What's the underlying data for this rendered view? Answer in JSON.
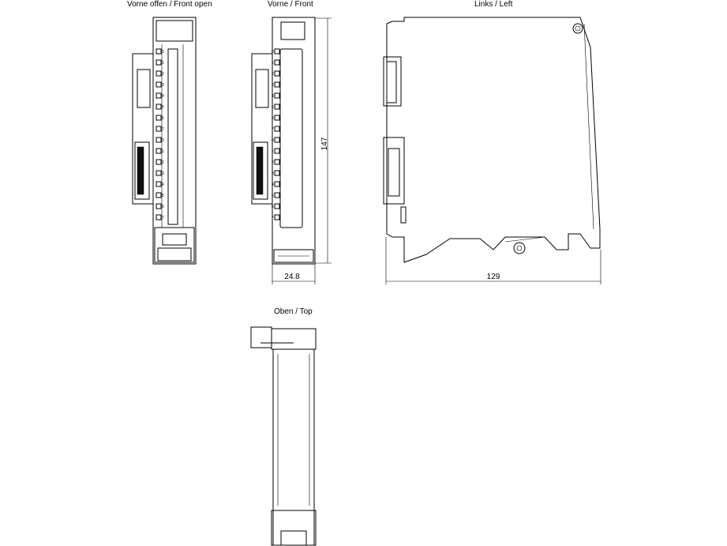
{
  "views": {
    "front_open": {
      "title": "Vorne offen / Front open"
    },
    "front": {
      "title": "Vorne / Front"
    },
    "left": {
      "title": "Links / Left"
    },
    "top": {
      "title": "Oben / Top"
    }
  },
  "dimensions": {
    "height": "147",
    "width": "24.8",
    "depth": "129"
  },
  "terminal_numbers": [
    "0",
    "1",
    "2",
    "3",
    "4",
    "5",
    "6",
    "7",
    "0",
    "1",
    "2",
    "3",
    "4",
    "5",
    "6",
    "7"
  ]
}
